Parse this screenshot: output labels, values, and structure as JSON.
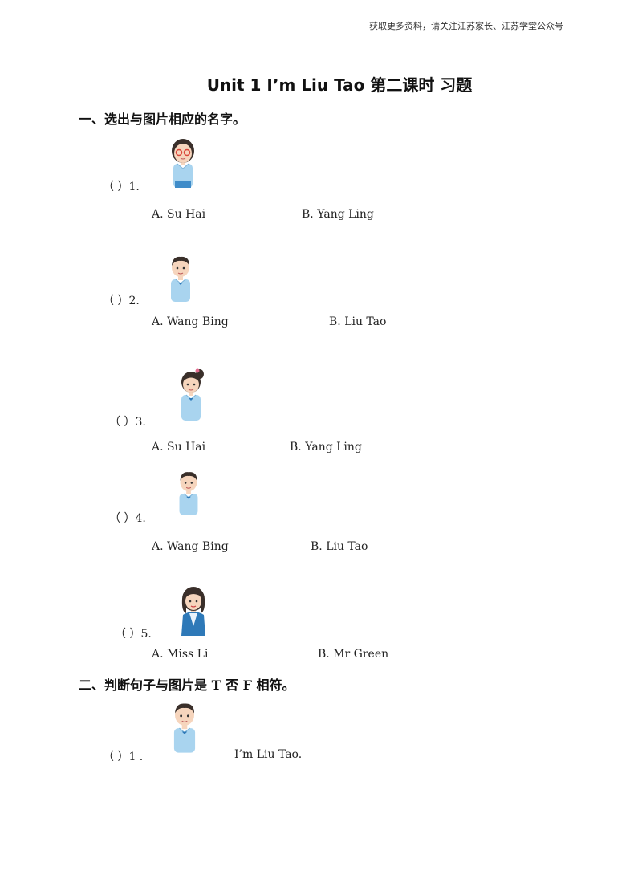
{
  "header_note": "获取更多资料，请关注江苏家长、江苏学堂公众号",
  "title": "Unit 1 I’m Liu Tao 第二课时  习题",
  "section1": {
    "heading": "一、选出与图片相应的名字。",
    "questions": [
      {
        "num": "（    ）1.",
        "figure": "girl-with-glasses",
        "option_a": "A. Su Hai",
        "option_b": "B. Yang Ling"
      },
      {
        "num": "（    ）2.",
        "figure": "boy",
        "option_a": "A. Wang Bing",
        "option_b": "B. Liu Tao"
      },
      {
        "num": "（    ）3.",
        "figure": "girl-with-ponytail",
        "option_a": "A. Su Hai",
        "option_b": "B. Yang Ling"
      },
      {
        "num": "（    ）4.",
        "figure": "boy",
        "option_a": "A. Wang Bing",
        "option_b": "B. Liu Tao"
      },
      {
        "num": "（    ）5.",
        "figure": "woman-teacher",
        "option_a": "A. Miss Li",
        "option_b": "B. Mr Green"
      }
    ]
  },
  "section2": {
    "heading": "二、判断句子与图片是 T 否 F 相符。",
    "questions": [
      {
        "num": "（    ）1 .",
        "figure": "boy",
        "sentence": "I’m Liu Tao."
      }
    ]
  },
  "colors": {
    "shirt": "#a9d4ef",
    "hair": "#3a2f2a",
    "skin": "#f6d5bd",
    "jacket": "#2e79b8"
  }
}
